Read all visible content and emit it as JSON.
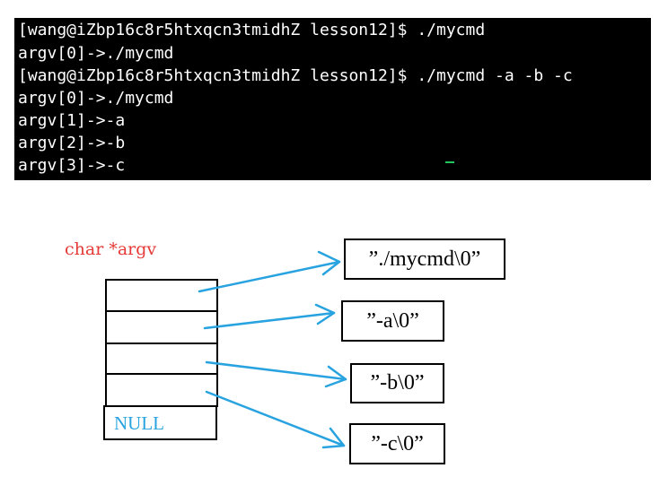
{
  "terminal": {
    "lines": [
      "[wang@iZbp16c8r5htxqcn3tmidhZ lesson12]$ ./mycmd",
      "argv[0]->./mycmd",
      "[wang@iZbp16c8r5htxqcn3tmidhZ lesson12]$ ./mycmd -a -b -c",
      "argv[0]->./mycmd",
      "argv[1]->-a",
      "argv[2]->-b",
      "argv[3]->-c"
    ]
  },
  "diagram": {
    "title": "char *argv",
    "null_label": "NULL",
    "strings": [
      "”./mycmd\\0”",
      "”-a\\0”",
      "”-b\\0”",
      "”-c\\0”"
    ],
    "colors": {
      "title": "#e53935",
      "arrow": "#29a3e0",
      "null": "#29a3e0"
    }
  }
}
